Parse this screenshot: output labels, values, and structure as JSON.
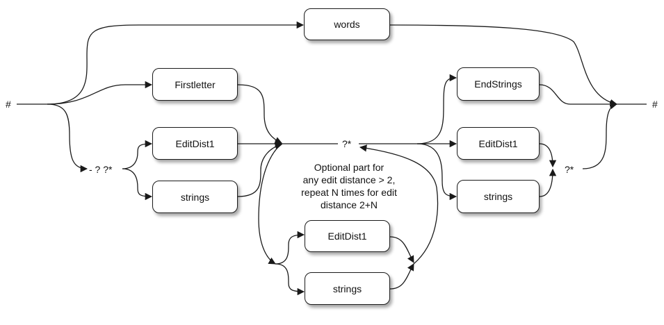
{
  "diagram": {
    "nodes": {
      "words": "words",
      "firstletter": "Firstletter",
      "editdist1_left": "EditDist1",
      "strings_left": "strings",
      "endstrings": "EndStrings",
      "editdist1_right": "EditDist1",
      "strings_right": "strings",
      "editdist1_bottom": "EditDist1",
      "strings_bottom": "strings"
    },
    "labels": {
      "start": "#",
      "end": "#",
      "left_choice": "- ? ?*",
      "center": "?*",
      "right_choice": "?*"
    },
    "annotation": "Optional part for\nany edit distance > 2,\nrepeat N times for edit\ndistance 2+N"
  }
}
